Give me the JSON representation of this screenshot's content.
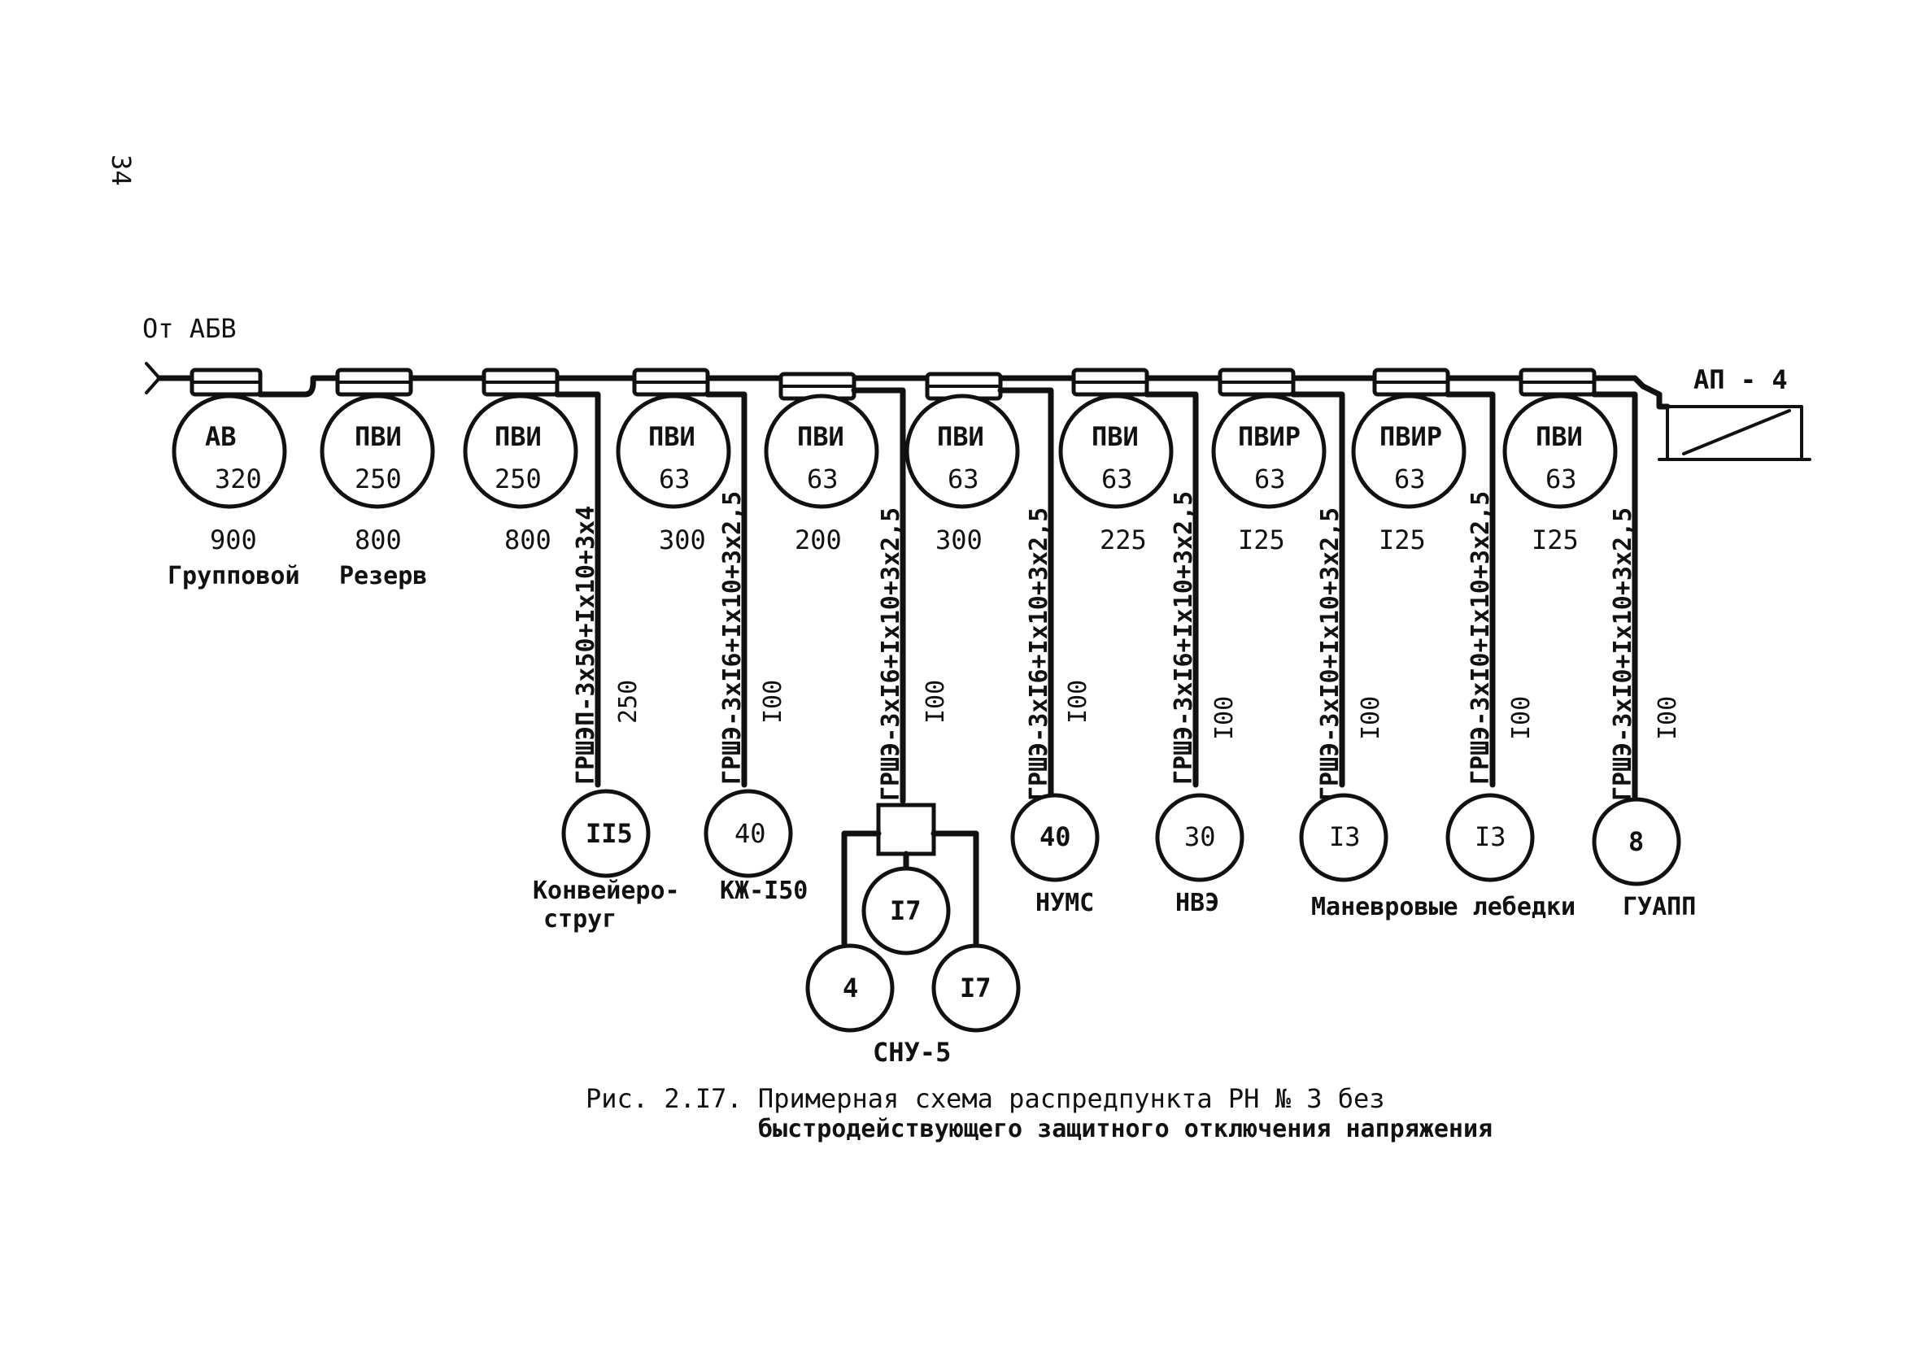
{
  "page_number": "34",
  "source_label": "От АБВ",
  "ap_label": "АП - 4",
  "feeders": [
    {
      "type": "АВ",
      "rating": "320",
      "length": "900",
      "name": "Групповой"
    },
    {
      "type": "ПВИ",
      "rating": "250",
      "length": "800",
      "name": "Резерв"
    },
    {
      "type": "ПВИ",
      "rating": "250",
      "length": "800",
      "cable": "ГРШЭП-3х50+Iх10+3х4",
      "cable_len": "250",
      "load": "II5"
    },
    {
      "type": "ПВИ",
      "rating": "63",
      "length": "300",
      "cable": "ГРШЭ-3хI6+Iх10+3х2,5",
      "cable_len": "I00",
      "load": "40"
    },
    {
      "type": "ПВИ",
      "rating": "63",
      "length": "200",
      "cable": "ГРШЭ-3хI6+Iх10+3х2,5",
      "cable_len": "I00"
    },
    {
      "type": "ПВИ",
      "rating": "63",
      "length": "300",
      "cable": "ГРШЭ-3хI6+Iх10+3х2,5",
      "cable_len": "I00",
      "load": "40"
    },
    {
      "type": "ПВИ",
      "rating": "63",
      "length": "225",
      "cable": "ГРШЭ-3хI6+Iх10+3х2,5",
      "cable_len": "I00",
      "load": "30"
    },
    {
      "type": "ПВИР",
      "rating": "63",
      "length": "I25",
      "cable": "ГРШЭ-3хI0+Iх10+3х2,5",
      "cable_len": "I00",
      "load": "I3"
    },
    {
      "type": "ПВИР",
      "rating": "63",
      "length": "I25",
      "cable": "ГРШЭ-3хI0+Iх10+3х2,5",
      "cable_len": "I00",
      "load": "I3"
    },
    {
      "type": "ПВИ",
      "rating": "63",
      "length": "I25",
      "cable": "ГРШЭ-3хI0+Iх10+3х2,5",
      "cable_len": "I00",
      "load": "8"
    }
  ],
  "snu": {
    "center": "I7",
    "left": "4",
    "right": "I7",
    "label": "СНУ-5"
  },
  "load_labels": {
    "conveyor_1": "Конвейеро-",
    "conveyor_2": "струг",
    "k150": "КЖ-I50",
    "nums": "НУМС",
    "nvz": "НВЭ",
    "winch": "Маневровые лебедки",
    "guapp": "ГУАПП"
  },
  "caption": {
    "line1": "Рис. 2.I7. Примерная схема распредпункта РН № 3 без",
    "line2": "быстродействующего защитного отключения напряжения"
  }
}
